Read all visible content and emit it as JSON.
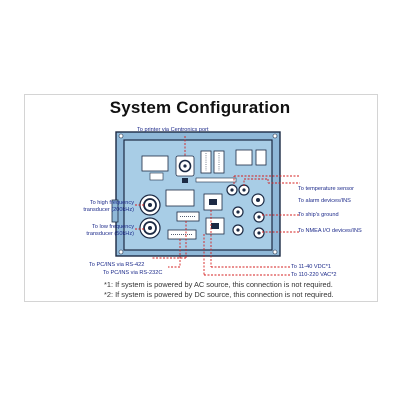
{
  "title": "System Configuration",
  "labels": {
    "printer": "To printer via Centronics port",
    "high_freq_line1": "To high frequency",
    "high_freq_line2": "transducer (200kHz)",
    "low_freq_line1": "To low frequency",
    "low_freq_line2": "transducer (50kHz)",
    "temperature": "To temperature sensor",
    "alarm": "To alarm devices/INS",
    "ground": "To ship's ground",
    "nmea": "To NMEA I/O devices/INS",
    "pc_rs422": "To PC/INS via RS-422",
    "pc_rs232": "To PC/INS via RS-232C",
    "dc_power": "To 11-40 VDC*1",
    "ac_power": "To 110-220 VAC*2"
  },
  "notes": [
    "*1: If system is powered by AC source, this connection is not required.",
    "*2: If system is powered by DC source, this connection is not required."
  ],
  "colors": {
    "panel": "#a8cde6",
    "panel_border": "#1c2a44",
    "leader_line": "#d42020",
    "label_text": "#1c2a8a"
  }
}
